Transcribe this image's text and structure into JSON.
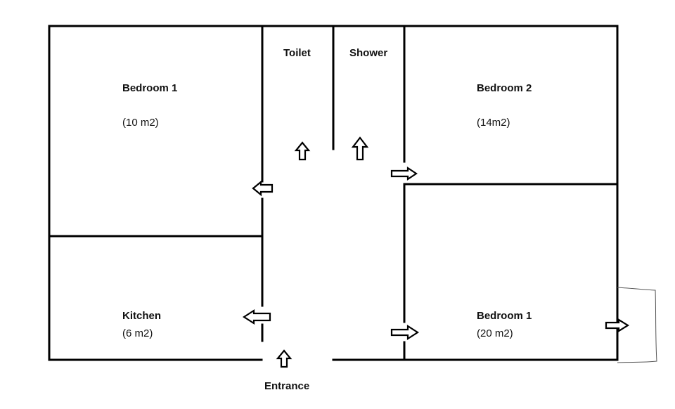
{
  "rooms": {
    "bedroom1_top": {
      "name": "Bedroom 1",
      "area": "(10 m2)"
    },
    "bedroom2": {
      "name": "Bedroom 2",
      "area": "(14m2)"
    },
    "kitchen": {
      "name": "Kitchen",
      "area": "(6 m2)"
    },
    "bedroom1_bottom": {
      "name": "Bedroom 1",
      "area": "(20 m2)"
    },
    "toilet": {
      "name": "Toilet"
    },
    "shower": {
      "name": "Shower"
    }
  },
  "entrance": {
    "label": "Entrance"
  },
  "colors": {
    "wall": "#000000",
    "background": "#ffffff"
  }
}
